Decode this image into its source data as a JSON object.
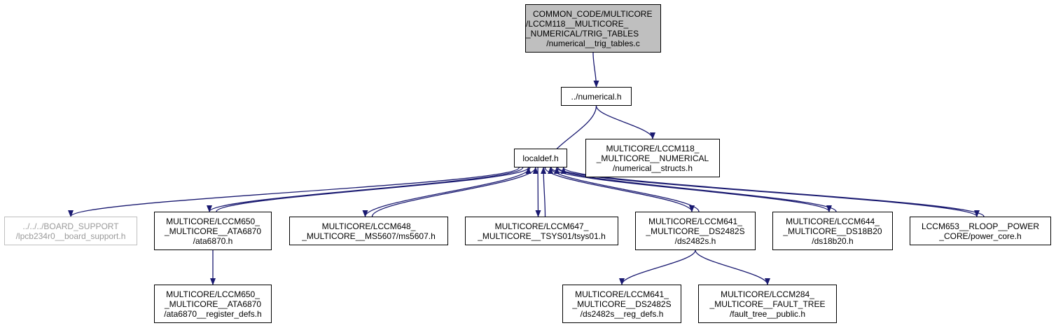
{
  "colors": {
    "edge": "#191970",
    "root_fill": "#bfbfbf",
    "external_border": "#bfbfbf",
    "external_text": "#9a9a9a"
  },
  "nodes": {
    "root": {
      "lines": [
        "COMMON_CODE/MULTICORE",
        "/LCCM118__MULTICORE_",
        "_NUMERICAL/TRIG_TABLES",
        "/numerical__trig_tables.c"
      ]
    },
    "numerical_h": {
      "lines": [
        "../numerical.h"
      ]
    },
    "localdef_h": {
      "lines": [
        "localdef.h"
      ]
    },
    "numerical_structs_h": {
      "lines": [
        "MULTICORE/LCCM118_",
        "_MULTICORE__NUMERICAL",
        "/numerical__structs.h"
      ]
    },
    "board_support_h": {
      "lines": [
        "../../../BOARD_SUPPORT",
        "/lpcb234r0__board_support.h"
      ]
    },
    "ata6870_h": {
      "lines": [
        "MULTICORE/LCCM650_",
        "_MULTICORE__ATA6870",
        "/ata6870.h"
      ]
    },
    "ms5607_h": {
      "lines": [
        "MULTICORE/LCCM648_",
        "_MULTICORE__MS5607/ms5607.h"
      ]
    },
    "tsys01_h": {
      "lines": [
        "MULTICORE/LCCM647_",
        "_MULTICORE__TSYS01/tsys01.h"
      ]
    },
    "ds2482s_h": {
      "lines": [
        "MULTICORE/LCCM641_",
        "_MULTICORE__DS2482S",
        "/ds2482s.h"
      ]
    },
    "ds18b20_h": {
      "lines": [
        "MULTICORE/LCCM644_",
        "_MULTICORE__DS18B20",
        "/ds18b20.h"
      ]
    },
    "power_core_h": {
      "lines": [
        "LCCM653__RLOOP__POWER",
        "_CORE/power_core.h"
      ]
    },
    "ata6870_register_defs_h": {
      "lines": [
        "MULTICORE/LCCM650_",
        "_MULTICORE__ATA6870",
        "/ata6870__register_defs.h"
      ]
    },
    "ds2482s_reg_defs_h": {
      "lines": [
        "MULTICORE/LCCM641_",
        "_MULTICORE__DS2482S",
        "/ds2482s__reg_defs.h"
      ]
    },
    "fault_tree_public_h": {
      "lines": [
        "MULTICORE/LCCM284_",
        "_MULTICORE__FAULT_TREE",
        "/fault_tree__public.h"
      ]
    }
  },
  "edges": [
    [
      "root",
      "numerical_h"
    ],
    [
      "numerical_h",
      "localdef_h"
    ],
    [
      "numerical_h",
      "numerical_structs_h"
    ],
    [
      "localdef_h",
      "board_support_h"
    ],
    [
      "localdef_h",
      "ata6870_h"
    ],
    [
      "ata6870_h",
      "localdef_h"
    ],
    [
      "localdef_h",
      "ms5607_h"
    ],
    [
      "ms5607_h",
      "localdef_h"
    ],
    [
      "localdef_h",
      "tsys01_h"
    ],
    [
      "tsys01_h",
      "localdef_h"
    ],
    [
      "localdef_h",
      "ds2482s_h"
    ],
    [
      "ds2482s_h",
      "localdef_h"
    ],
    [
      "localdef_h",
      "ds18b20_h"
    ],
    [
      "ds18b20_h",
      "localdef_h"
    ],
    [
      "localdef_h",
      "power_core_h"
    ],
    [
      "power_core_h",
      "localdef_h"
    ],
    [
      "ata6870_h",
      "ata6870_register_defs_h"
    ],
    [
      "ds2482s_h",
      "ds2482s_reg_defs_h"
    ],
    [
      "ds2482s_h",
      "fault_tree_public_h"
    ]
  ]
}
